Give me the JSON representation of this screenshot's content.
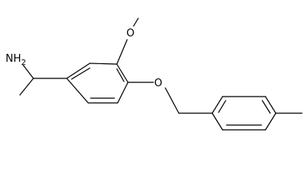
{
  "molecule": {
    "labels": {
      "amine": "NH",
      "amine_subscript": "2",
      "methoxy_oxygen": "O",
      "ether_oxygen": "O"
    },
    "colors": {
      "bond": "#000000",
      "text": "#000000",
      "background": "#ffffff"
    }
  }
}
